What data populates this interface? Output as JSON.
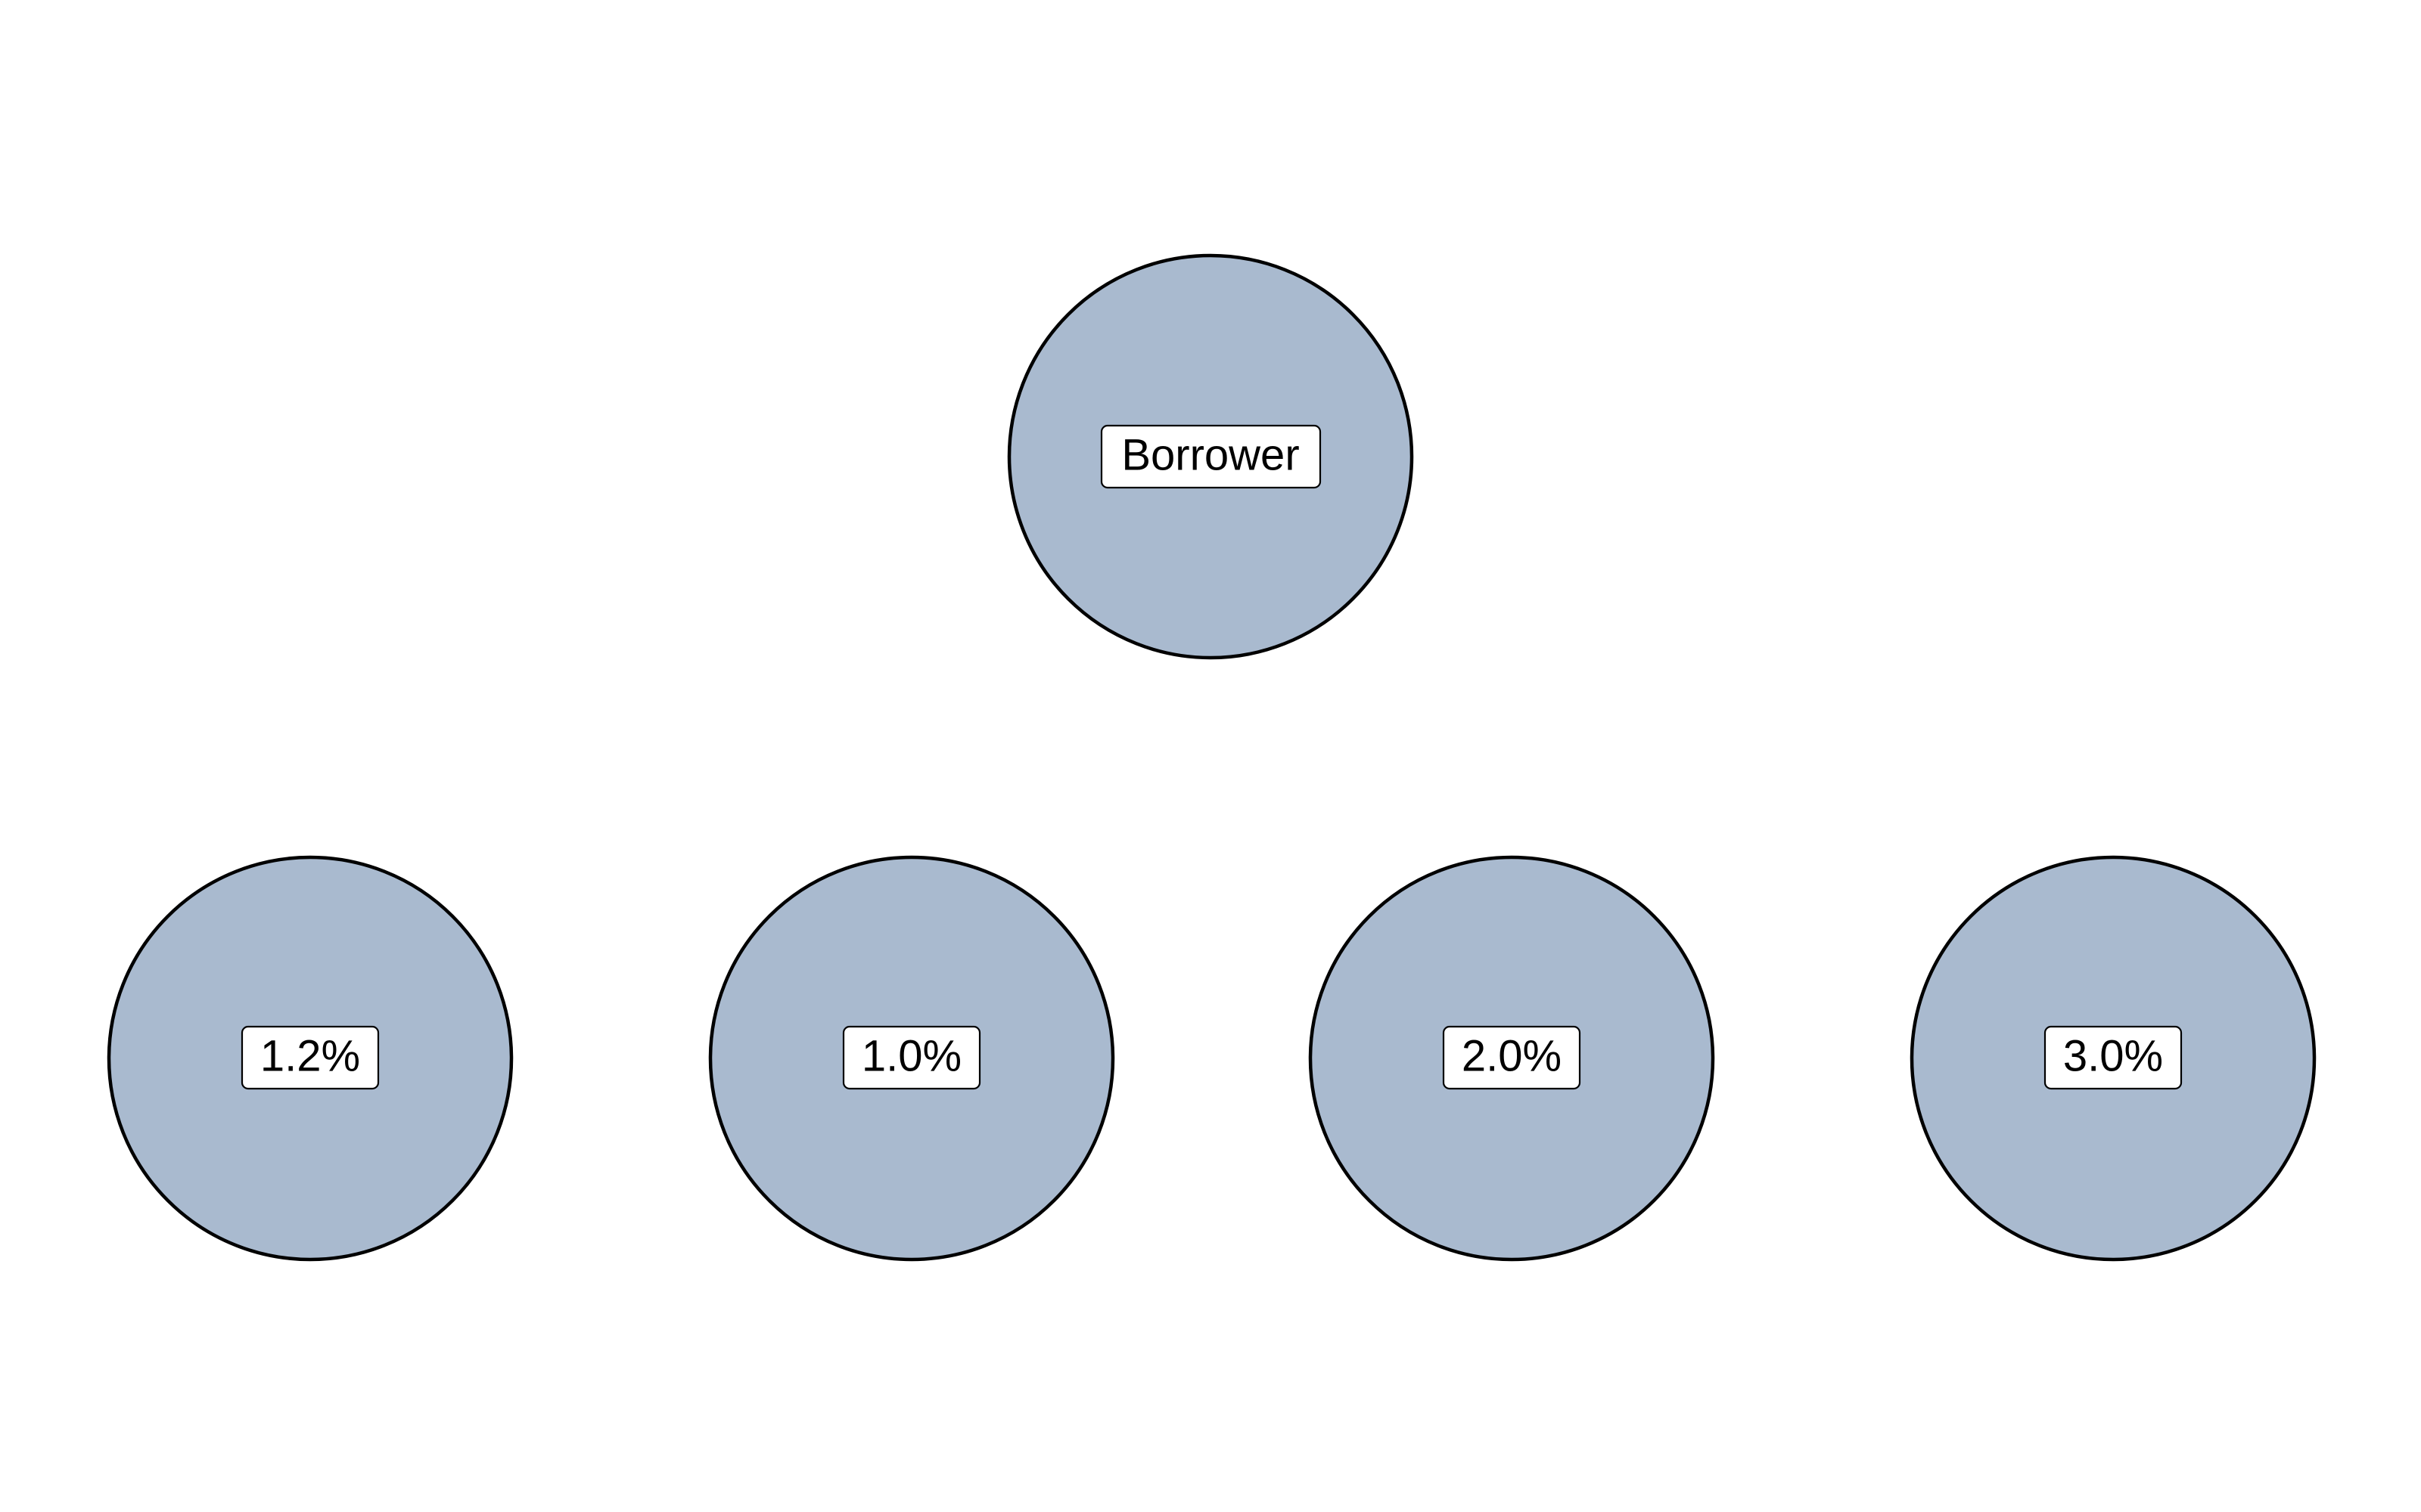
{
  "colors": {
    "node_fill": "#a9bacf",
    "node_stroke": "#000000",
    "label_fill": "#ffffff",
    "background": "#ffffff"
  },
  "diagram": {
    "root": {
      "label": "Borrower"
    },
    "children": [
      {
        "label": "1.2%"
      },
      {
        "label": "1.0%"
      },
      {
        "label": "2.0%"
      },
      {
        "label": "3.0%"
      }
    ]
  }
}
